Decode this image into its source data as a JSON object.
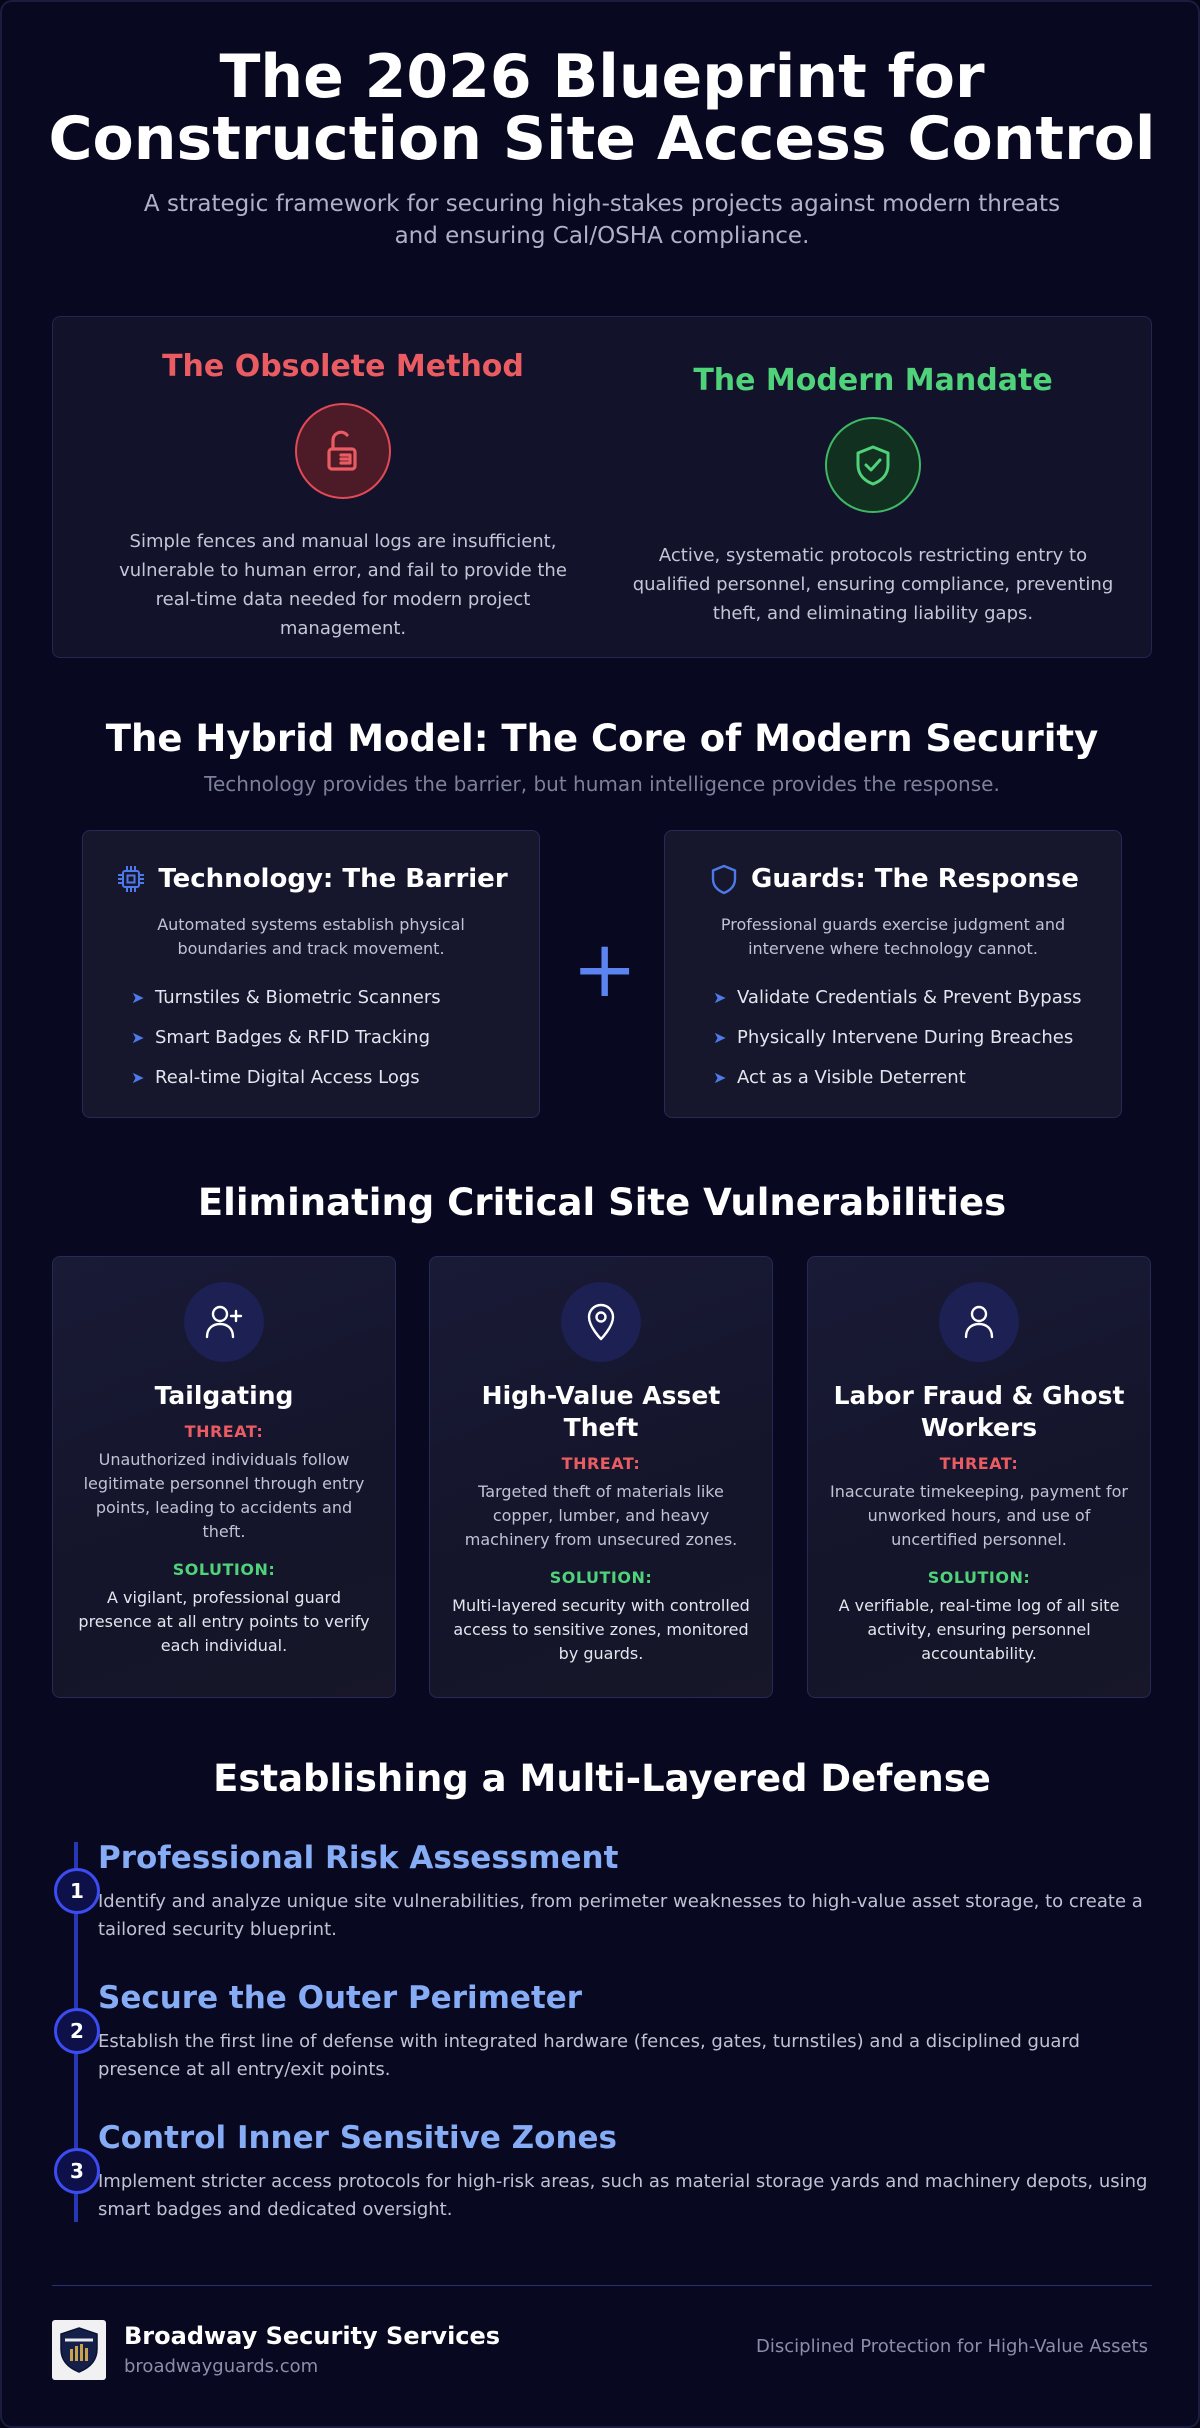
{
  "header": {
    "title_line1": "The 2026 Blueprint for",
    "title_line2": "Construction Site Access Control",
    "subtitle": "A strategic framework for securing high-stakes projects against modern threats and ensuring Cal/OSHA compliance."
  },
  "comparison": {
    "obsolete": {
      "title": "The Obsolete Method",
      "icon": "broken-lock-icon",
      "text": "Simple fences and manual logs are insufficient, vulnerable to human error, and fail to provide the real-time data needed for modern project management."
    },
    "modern": {
      "title": "The Modern Mandate",
      "icon": "shield-check-icon",
      "text": "Active, systematic protocols restricting entry to qualified personnel, ensuring compliance, preventing theft, and eliminating liability gaps."
    },
    "colors": {
      "bad": "#ea5c62",
      "good": "#4fd27a"
    }
  },
  "hybrid": {
    "title": "The Hybrid Model: The Core of Modern Security",
    "subtitle": "Technology provides the barrier, but human intelligence provides the response.",
    "plus": "+",
    "technology": {
      "title": "Technology: The Barrier",
      "icon": "cpu-chip-icon",
      "description": "Automated systems establish physical boundaries and track movement.",
      "items": [
        "Turnstiles & Biometric Scanners",
        "Smart Badges & RFID Tracking",
        "Real-time Digital Access Logs"
      ]
    },
    "guards": {
      "title": "Guards: The Response",
      "icon": "shield-icon",
      "description": "Professional guards exercise judgment and intervene where technology cannot.",
      "items": [
        "Validate Credentials & Prevent Bypass",
        "Physically Intervene During Breaches",
        "Act as a Visible Deterrent"
      ]
    }
  },
  "vulnerabilities": {
    "title": "Eliminating Critical Site Vulnerabilities",
    "threat_label": "THREAT:",
    "solution_label": "SOLUTION:",
    "cards": [
      {
        "title": "Tailgating",
        "icon": "user-plus-icon",
        "threat": "Unauthorized individuals follow legitimate personnel through entry points, leading to accidents and theft.",
        "solution": "A vigilant, professional guard presence at all entry points to verify each individual."
      },
      {
        "title": "High-Value Asset Theft",
        "icon": "map-pin-icon",
        "threat": "Targeted theft of materials like copper, lumber, and heavy machinery from unsecured zones.",
        "solution": "Multi-layered security with controlled access to sensitive zones, monitored by guards."
      },
      {
        "title": "Labor Fraud & Ghost Workers",
        "icon": "user-icon",
        "threat": "Inaccurate timekeeping, payment for unworked hours, and use of uncertified personnel.",
        "solution": "A verifiable, real-time log of all site activity, ensuring personnel accountability."
      }
    ]
  },
  "defense": {
    "title": "Establishing a Multi-Layered Defense",
    "steps": [
      {
        "number": "1",
        "title": "Professional Risk Assessment",
        "text": "Identify and analyze unique site vulnerabilities, from perimeter weaknesses to high-value asset storage, to create a tailored security blueprint."
      },
      {
        "number": "2",
        "title": "Secure the Outer Perimeter",
        "text": "Establish the first line of defense with integrated hardware (fences, gates, turnstiles) and a disciplined guard presence at all entry/exit points."
      },
      {
        "number": "3",
        "title": "Control Inner Sensitive Zones",
        "text": "Implement stricter access protocols for high-risk areas, such as material storage yards and machinery depots, using smart badges and dedicated oversight."
      }
    ]
  },
  "footer": {
    "logo_icon": "shield-crest-logo-icon",
    "brand": "Broadway Security Services",
    "url": "broadwayguards.com",
    "tagline": "Disciplined Protection for High-Value Assets"
  }
}
